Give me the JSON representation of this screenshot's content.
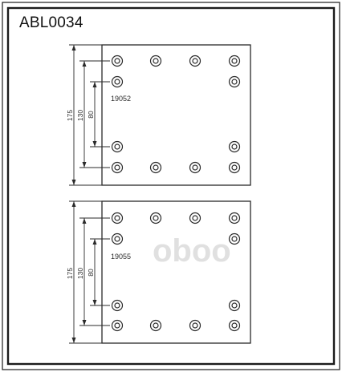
{
  "title": "ABL0034",
  "watermark": "oboo",
  "colors": {
    "ink": "#2a2a2a",
    "frame": "#1a1a1a",
    "watermark": "#e0e0e0"
  },
  "plates": [
    {
      "part_number": "19052",
      "dimensions": {
        "outer": "175",
        "middle": "130",
        "inner": "80"
      }
    },
    {
      "part_number": "19055",
      "dimensions": {
        "outer": "175",
        "middle": "130",
        "inner": "80"
      }
    }
  ]
}
